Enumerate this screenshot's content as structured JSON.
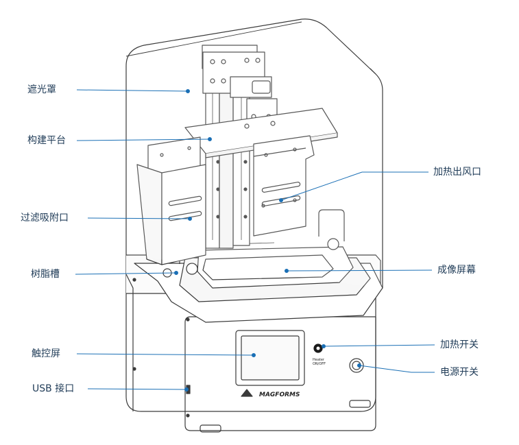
{
  "accent": "#1a6fb5",
  "callouts": {
    "left": [
      {
        "name": "callout-light-cover",
        "text": "遮光罩"
      },
      {
        "name": "callout-build-platform",
        "text": "构建平台"
      },
      {
        "name": "callout-filter-vent",
        "text": "过滤吸附口"
      },
      {
        "name": "callout-resin-vat",
        "text": "树脂槽"
      },
      {
        "name": "callout-touchscreen",
        "text": "触控屏"
      },
      {
        "name": "callout-usb-port",
        "text": "USB 接口"
      }
    ],
    "right": [
      {
        "name": "callout-heating-outlet",
        "text": "加热出风口"
      },
      {
        "name": "callout-imaging-screen",
        "text": "成像屏幕"
      },
      {
        "name": "callout-heating-switch",
        "text": "加热开关"
      },
      {
        "name": "callout-power-switch",
        "text": "电源开关"
      }
    ]
  },
  "device": {
    "brand": "MAGFORMS",
    "heater_label_line1": "Heater",
    "heater_label_line2": "ON/OFF"
  }
}
